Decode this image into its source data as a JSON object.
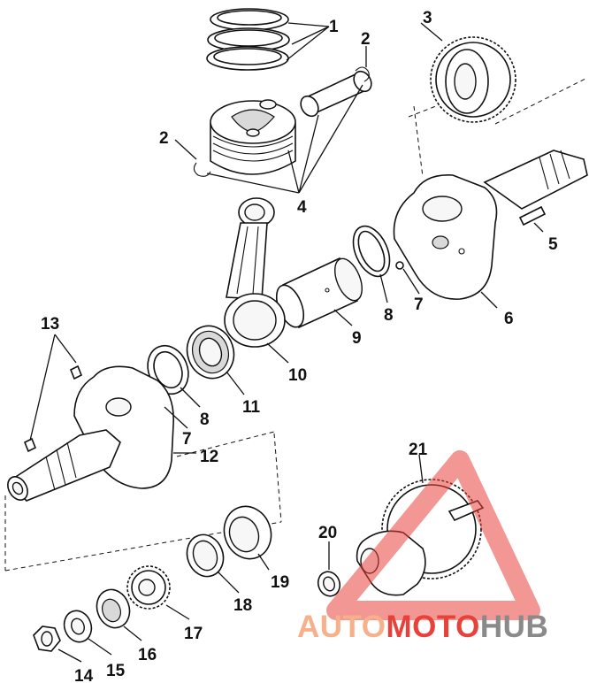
{
  "callouts": {
    "c1": "1",
    "c2a": "2",
    "c2b": "2",
    "c3": "3",
    "c4": "4",
    "c5": "5",
    "c6": "6",
    "c7a": "7",
    "c7b": "7",
    "c8a": "8",
    "c8b": "8",
    "c9": "9",
    "c10": "10",
    "c11": "11",
    "c12": "12",
    "c13": "13",
    "c14": "14",
    "c15": "15",
    "c16": "16",
    "c17": "17",
    "c18": "18",
    "c19": "19",
    "c20": "20",
    "c21": "21"
  },
  "watermark": {
    "part1": "AUTO",
    "part2": "MOTO",
    "part3": "HUB",
    "color1": "#f6b08a",
    "color2": "#e8413a",
    "color3": "#8a8a8a",
    "logo_color": "#e8413a"
  },
  "colors": {
    "line": "#111111",
    "background": "#ffffff"
  }
}
